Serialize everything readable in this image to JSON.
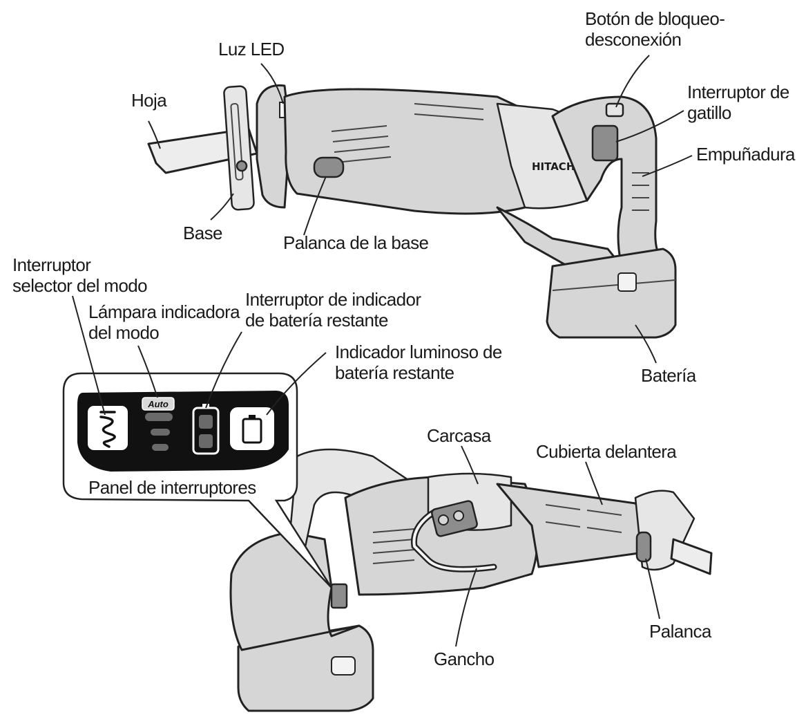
{
  "labels": {
    "hoja": "Hoja",
    "luz_led": "Luz LED",
    "base": "Base",
    "palanca_base": "Palanca de la base",
    "boton_bloqueo": [
      "Botón de bloqueo-",
      "desconexión"
    ],
    "interruptor_gatillo": [
      "Interruptor de",
      "gatillo"
    ],
    "empunadura": "Empuñadura",
    "bateria": "Batería",
    "interruptor_selector": [
      "Interruptor",
      "selector del modo"
    ],
    "lampara_indicadora": [
      "Lámpara indicadora",
      "del modo"
    ],
    "interruptor_indicador": [
      "Interruptor de indicador",
      "de batería restante"
    ],
    "indicador_luminoso": [
      "Indicador luminoso de",
      "batería restante"
    ],
    "panel_interruptores": "Panel de interruptores",
    "carcasa": "Carcasa",
    "cubierta_delantera": "Cubierta delantera",
    "gancho": "Gancho",
    "palanca": "Palanca"
  },
  "panel": {
    "auto_badge": "Auto"
  },
  "brand_mark": "HITACHI",
  "icons": {
    "mode": "drill-spiral-icon",
    "battery": "battery-icon"
  }
}
